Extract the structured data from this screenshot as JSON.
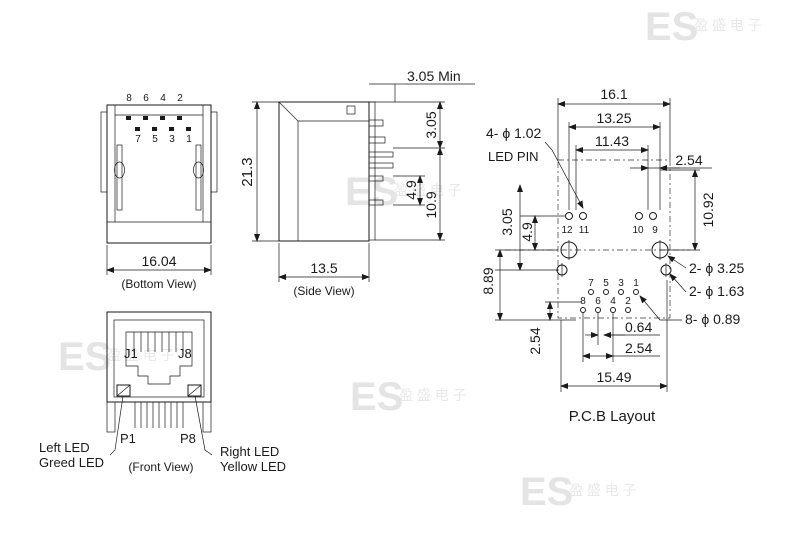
{
  "watermark": {
    "logo": "ES",
    "chars": "盈 盛 电 子"
  },
  "bottom_view": {
    "pins_top": [
      "8",
      "6",
      "4",
      "2"
    ],
    "pins_bottom": [
      "7",
      "5",
      "3",
      "1"
    ],
    "width_dim": "16.04",
    "caption": "(Bottom View)"
  },
  "side_view": {
    "height_dim": "21.3",
    "top_dim": "3.05 Min",
    "dim_305": "3.05",
    "dim_49": "4.9",
    "dim_109": "10.9",
    "width_dim": "13.5",
    "caption": "(Side View)"
  },
  "front_view": {
    "j1": "J1",
    "j8": "J8",
    "p1": "P1",
    "p8": "P8",
    "left_led_1": "Left LED",
    "left_led_2": "Greed LED",
    "right_led_1": "Right LED",
    "right_led_2": "Yellow LED",
    "caption": "(Front View)"
  },
  "pcb": {
    "dim_161": "16.1",
    "dim_1325": "13.25",
    "dim_1143": "11.43",
    "dim_254_top": "2.54",
    "dim_1092": "10.92",
    "hole_102": "4- ϕ 1.02",
    "led_pin": "LED PIN",
    "dim_305": "3.05",
    "dim_49": "4.9",
    "dim_889": "8.89",
    "dim_254_left": "2.54",
    "hole_325": "2- ϕ 3.25",
    "hole_163": "2- ϕ 1.63",
    "hole_089": "8- ϕ 0.89",
    "dim_064": "0.64",
    "dim_254_bottom": "2.54",
    "dim_1549": "15.49",
    "led_pins": [
      "12",
      "11",
      "10",
      "9"
    ],
    "pins_top": [
      "7",
      "5",
      "3",
      "1"
    ],
    "pins_bottom": [
      "8",
      "6",
      "4",
      "2"
    ],
    "caption": "P.C.B Layout"
  }
}
